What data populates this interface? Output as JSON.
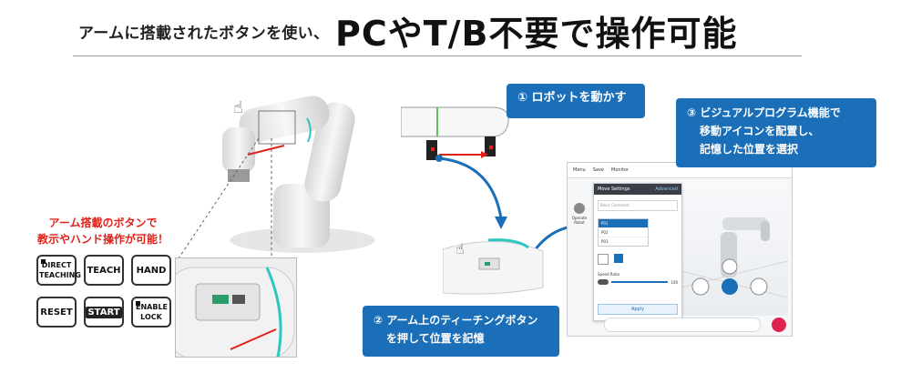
{
  "header": {
    "subtitle": "アームに搭載されたボタンを使い、",
    "headline": "PCやT/B不要で操作可能"
  },
  "callouts": {
    "step1": "① ロボットを動かす",
    "step2_line1": "② アーム上のティーチングボタン",
    "step2_line2": "を押して位置を記憶",
    "step3_line1": "③ ビジュアルプログラム機能で",
    "step3_line2": "移動アイコンを配置し、",
    "step3_line3": "記憶した位置を選択"
  },
  "note": {
    "line1": "アーム搭載のボタンで",
    "line2": "教示やハンド操作が可能！"
  },
  "buttons": [
    {
      "label": "DIRECT TEACHING",
      "marker": true
    },
    {
      "label": "TEACH",
      "marker": false
    },
    {
      "label": "HAND",
      "marker": false
    },
    {
      "label": "RESET",
      "marker": false
    },
    {
      "label": "START",
      "marker": false
    },
    {
      "label": "ENABLE LOCK",
      "marker": true
    }
  ],
  "software": {
    "menu": [
      "Menu",
      "Save",
      "Monitor"
    ],
    "dialog_title": "Move Settings",
    "dialog_tab": "Advanced",
    "block_comment": "Block Comment",
    "operate_robot": "Operate Robot",
    "list_items": [
      "P01",
      "P02",
      "P03"
    ],
    "speed_ratio_label": "Speed Ratio",
    "speed_ratio_value": "100",
    "apply": "Apply",
    "colors": {
      "accent": "#1b6fb8",
      "red": "#e0221b",
      "teal": "#2cc6c0"
    }
  }
}
